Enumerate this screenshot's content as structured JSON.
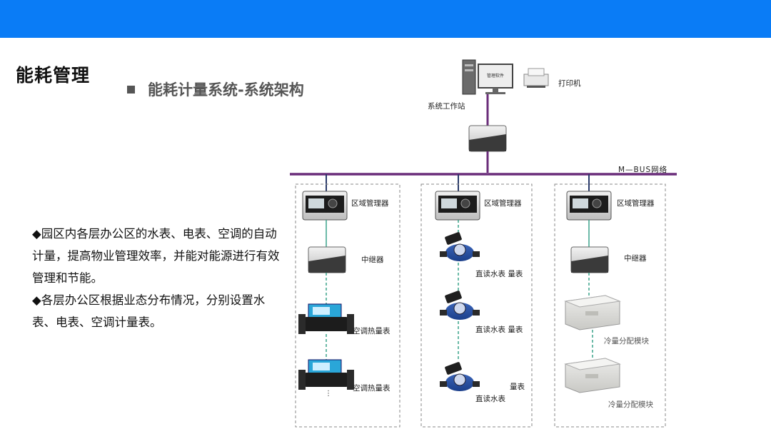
{
  "header": {
    "title": "能耗管理"
  },
  "section": {
    "bullet_icon": "square-bullet-icon",
    "subtitle": "能耗计量系统-系统架构"
  },
  "description": {
    "paragraphs": [
      "◆园区内各层办公区的水表、电表、空调的自动计量，提高物业管理效率，并能对能源进行有效管理和节能。",
      "◆各层办公区根据业态分布情况，分别设置水表、电表、空调计量表。"
    ]
  },
  "diagram": {
    "workstation_label": "系统工作站",
    "printer_label": "打印机",
    "monitor_screen_text": "管理软件",
    "network_label": "M—BUS网络",
    "columns": [
      {
        "labels": [
          "区域管理器",
          "中继器",
          "空调热量表",
          "空调热量表"
        ]
      },
      {
        "labels": [
          "区域管理器",
          "直读水表 量表",
          "直读水表 量表",
          "量表",
          "直读水表"
        ]
      },
      {
        "labels": [
          "区域管理器",
          "中继器",
          "冷量分配模块",
          "冷量分配模块"
        ]
      }
    ],
    "colors": {
      "bus_line": "#6a2d7a",
      "topbar": "#0a7cf6"
    }
  }
}
